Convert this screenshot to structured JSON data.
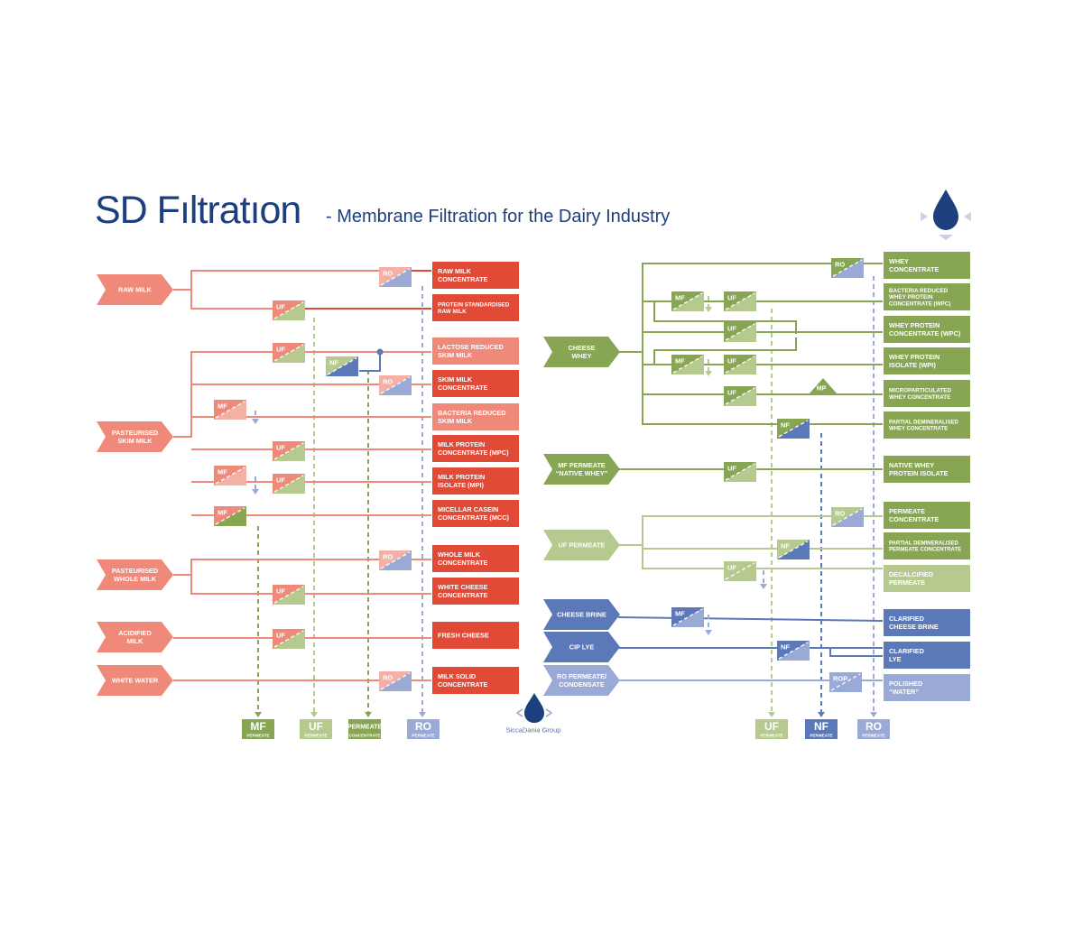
{
  "header": {
    "title": "SD Fıltratıon",
    "subtitle": "- Membrane Filtration for the Dairy Industry"
  },
  "colors": {
    "salmon": "#ef8a7b",
    "salmon_light": "#f3b1a6",
    "red": "#e04a36",
    "red_light": "#ef8a7b",
    "olive": "#87a553",
    "olive_light": "#b6ca8f",
    "blue": "#5b78b8",
    "blue_light": "#9aaad6",
    "navy": "#1d3f7e"
  },
  "logo": {
    "group_name": "SiccaDania Group"
  },
  "left": {
    "sources": [
      {
        "id": "raw-milk",
        "label": "RAW MILK"
      },
      {
        "id": "pasteurised-skim-milk",
        "label": "PASTEURISED\nSKIM MILK"
      },
      {
        "id": "pasteurised-whole-milk",
        "label": "PASTEURISED\nWHOLE MILK"
      },
      {
        "id": "acidified-milk",
        "label": "ACIDIFIED\nMILK"
      },
      {
        "id": "white-water",
        "label": "WHITE WATER"
      }
    ],
    "products": [
      "RAW MILK\nCONCENTRATE",
      "PROTEIN STANDARDISED\nRAW MILK",
      "LACTOSE REDUCED\nSKIM MILK",
      "SKIM MILK\nCONCENTRATE",
      "BACTERIA REDUCED\nSKIM MILK",
      "MILK PROTEIN\nCONCENTRATE (MPC)",
      "MILK PROTEIN\nISOLATE (MPI)",
      "MICELLAR CASEIN\nCONCENTRATE (MCC)",
      "WHOLE MILK\nCONCENTRATE",
      "WHITE CHEESE\nCONCENTRATE",
      "FRESH CHEESE",
      "MILK SOLID\nCONCENTRATE"
    ],
    "outputs": [
      {
        "big": "MF",
        "small": "PERMEATE"
      },
      {
        "big": "UF",
        "small": "PERMEATE"
      },
      {
        "big": "PERMEATE",
        "small": "CONCENTRATE"
      },
      {
        "big": "RO",
        "small": "PERMEATE"
      }
    ]
  },
  "right": {
    "sources": [
      {
        "id": "cheese-whey",
        "label": "CHEESE\nWHEY"
      },
      {
        "id": "mf-permeate-native-whey",
        "label": "MF PERMEATE\n“NATIVE WHEY”"
      },
      {
        "id": "uf-permeate",
        "label": "UF PERMEATE"
      },
      {
        "id": "cheese-brine",
        "label": "CHEESE BRINE"
      },
      {
        "id": "cip-lye",
        "label": "CIP LYE"
      },
      {
        "id": "ro-permeate-condensate",
        "label": "RO PERMEATE/\nCONDENSATE"
      }
    ],
    "products": [
      "WHEY\nCONCENTRATE",
      "BACTERIA REDUCED\nWHEY PROTEIN\nCONCENTRATE (WPC)",
      "WHEY PROTEIN\nCONCENTRATE (WPC)",
      "WHEY PROTEIN\nISOLATE (WPI)",
      "MICROPARTICULATED\nWHEY CONCENTRATE",
      "PARTIAL DEMINERALISED\nWHEY CONCENTRATE",
      "NATIVE WHEY\nPROTEIN ISOLATE",
      "PERMEATE\nCONCENTRATE",
      "PARTIAL DEMINERALISED\nPERMEATE CONCENTRATE",
      "DECALCIFIED\nPERMEATE",
      "CLARIFIED\nCHEESE BRINE",
      "CLARIFIED\nLYE",
      "POLISHED\n“WATER”"
    ],
    "outputs": [
      {
        "big": "UF",
        "small": "PERMEATE"
      },
      {
        "big": "NF",
        "small": "PERMEATE"
      },
      {
        "big": "RO",
        "small": "PERMEATE"
      }
    ]
  },
  "membranes": {
    "MF": "MF",
    "UF": "UF",
    "NF": "NF",
    "RO": "RO",
    "ROP": "ROP",
    "MP": "MP"
  }
}
